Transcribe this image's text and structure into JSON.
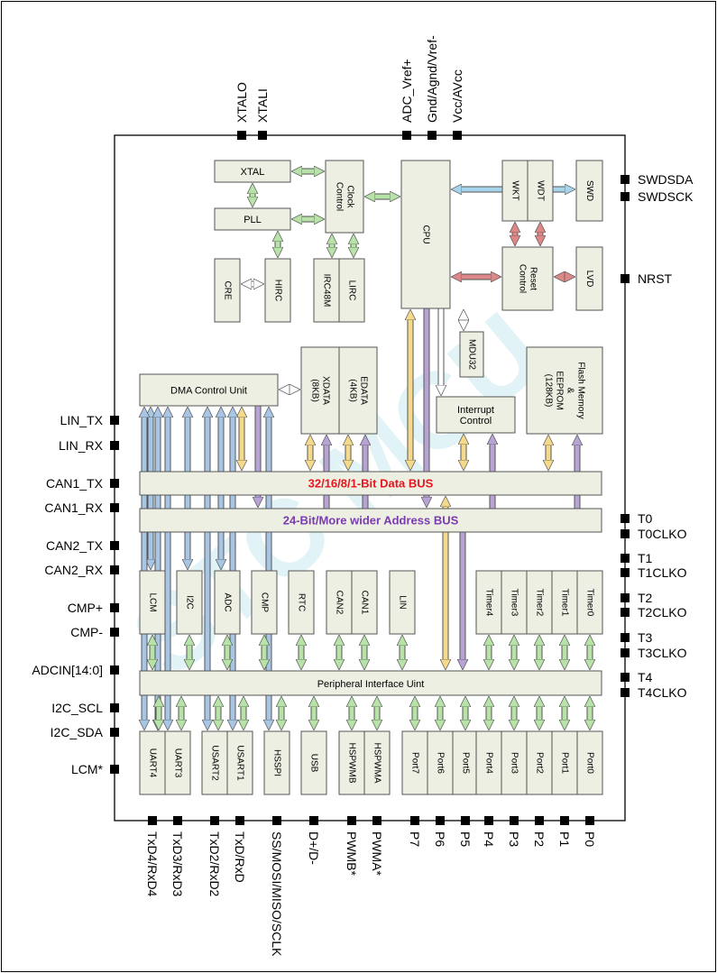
{
  "colors": {
    "block_fill": "#edefe2",
    "block_stroke": "#555555",
    "pin": "#000000",
    "arrow_green": "#b7e3a8",
    "arrow_blue": "#a8c6e3",
    "arrow_yellow": "#f6da8c",
    "arrow_purple": "#b7a3d4",
    "arrow_red": "#dd8888",
    "arrow_cyan": "#a6d4ea",
    "arrow_white": "#ffffff",
    "data_bus_text": "#e8161e",
    "addr_bus_text": "#7a3bb0",
    "watermark": "#d6eef6"
  },
  "watermark": "STC MCU",
  "top_pins": {
    "xtalo": "XTALO",
    "xtali": "XTALI",
    "adc_vref": "ADC_Vref+",
    "gnd": "Gnd/Agnd/Vref-",
    "vcc": "Vcc/AVcc"
  },
  "left_pins": {
    "lin_tx": "LIN_TX",
    "lin_rx": "LIN_RX",
    "can1_tx": "CAN1_TX",
    "can1_rx": "CAN1_RX",
    "can2_tx": "CAN2_TX",
    "can2_rx": "CAN2_RX",
    "cmp_plus": "CMP+",
    "cmp_minus": "CMP-",
    "adcin": "ADCIN[14:0]",
    "i2c_scl": "I2C_SCL",
    "i2c_sda": "I2C_SDA",
    "lcm": "LCM*"
  },
  "right_pins": {
    "swdsda": "SWDSDA",
    "swdsck": "SWDSCK",
    "nrst": "NRST",
    "t0": "T0",
    "t0clko": "T0CLKO",
    "t1": "T1",
    "t1clko": "T1CLKO",
    "t2": "T2",
    "t2clko": "T2CLKO",
    "t3": "T3",
    "t3clko": "T3CLKO",
    "t4": "T4",
    "t4clko": "T4CLKO"
  },
  "bottom_pins": {
    "txd4": "TxD4/RxD4",
    "txd3": "TxD3/RxD3",
    "txd2": "TxD2/RxD2",
    "txd": "TxD/RxD",
    "ss": "SS/MOSI/MISO/SCLK",
    "dpm": "D+/D-",
    "pwmb": "PWMB*",
    "pwma": "PWMA*",
    "p7": "P7",
    "p6": "P6",
    "p5": "P5",
    "p4": "P4",
    "p3": "P3",
    "p2": "P2",
    "p1": "P1",
    "p0": "P0"
  },
  "blocks": {
    "xtal": "XTAL",
    "pll": "PLL",
    "clock_1": "Clock",
    "clock_2": "Control",
    "cre": "CRE",
    "hirc": "HIRC",
    "irc48m": "IRC48M",
    "lirc": "LIRC",
    "cpu": "CPU",
    "wkt": "WKT",
    "wdt": "WDT",
    "swd": "SWD",
    "reset_1": "Reset",
    "reset_2": "Control",
    "lvd": "LVD",
    "mdu32": "MDU32",
    "dma": "DMA Control Unit",
    "xdata_1": "XDATA",
    "xdata_2": "(8KB)",
    "edata_1": "EDATA",
    "edata_2": "(4KB)",
    "interrupt_1": "Interrupt",
    "interrupt_2": "Control",
    "flash_1": "Flash Memory",
    "flash_2": "&",
    "flash_3": "EEPROM",
    "flash_4": "(128KB)",
    "data_bus": "32/16/8/1-Bit Data BUS",
    "addr_bus": "24-Bit/More wider Address BUS",
    "lcm": "LCM",
    "i2c": "I2C",
    "adc": "ADC",
    "cmp": "CMP",
    "rtc": "RTC",
    "can2": "CAN2",
    "can1": "CAN1",
    "lin": "LIN",
    "timer4": "Timer4",
    "timer3": "Timer3",
    "timer2": "Timer2",
    "timer1": "Timer1",
    "timer0": "Timer0",
    "piu": "Peripheral Interface Uint",
    "uart4": "UART4",
    "uart3": "UART3",
    "usart2": "USART2",
    "usart1": "USART1",
    "hsspi": "HSSPI",
    "usb": "USB",
    "hspwmb": "HSPWMB",
    "hspwma": "HSPWMA",
    "port7": "Port7",
    "port6": "Port6",
    "port5": "Port5",
    "port4": "Port4",
    "port3": "Port3",
    "port2": "Port2",
    "port1": "Port1",
    "port0": "Port0"
  }
}
